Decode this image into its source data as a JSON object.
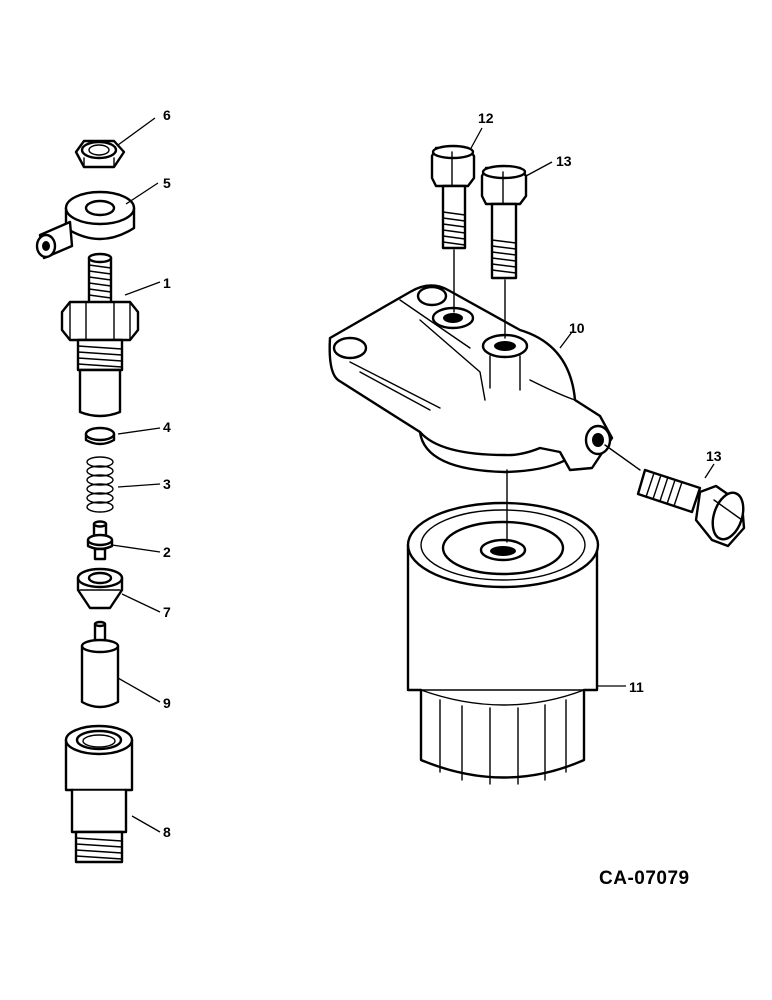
{
  "figure_id": "CA-07079",
  "callouts": {
    "c1": "1",
    "c2": "2",
    "c3": "3",
    "c4": "4",
    "c5": "5",
    "c6": "6",
    "c7": "7",
    "c8": "8",
    "c9": "9",
    "c10": "10",
    "c11": "11",
    "c12": "12",
    "c13a": "13",
    "c13b": "13"
  }
}
